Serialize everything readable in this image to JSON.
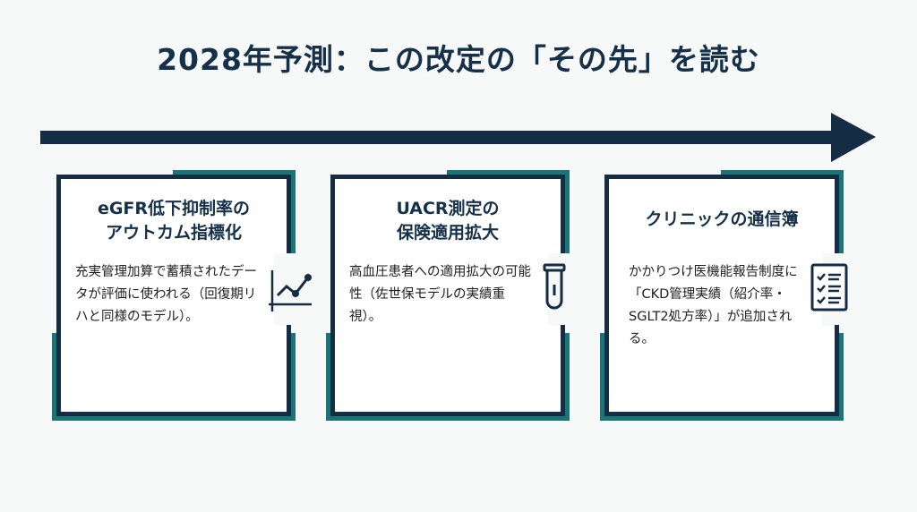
{
  "title": "2028年予測：この改定の「その先」を読む",
  "colors": {
    "navy": "#142c44",
    "teal": "#1a7676"
  },
  "cards": [
    {
      "title_line1": "eGFR低下抑制率の",
      "title_line2": "アウトカム指標化",
      "body": "充実管理加算で蓄積されたデータが評価に使われる（回復期リハと同様のモデル）。",
      "icon": "line-chart-icon"
    },
    {
      "title_line1": "UACR測定の",
      "title_line2": "保険適用拡大",
      "body": "高血圧患者への適用拡大の可能性（佐世保モデルの実績重視）。",
      "icon": "test-tube-icon"
    },
    {
      "title_line1": "クリニックの通信簿",
      "title_line2": "",
      "body": "かかりつけ医機能報告制度に「CKD管理実績（紹介率・SGLT2処方率）」が追加される。",
      "icon": "checklist-icon"
    }
  ]
}
